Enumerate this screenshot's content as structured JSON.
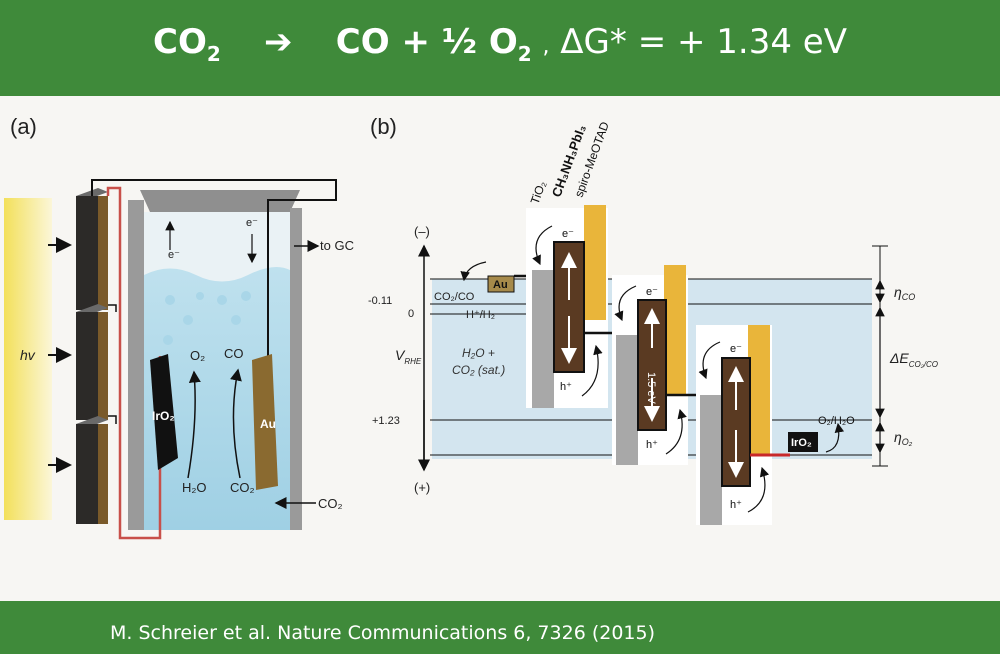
{
  "header": {
    "reaction_left": "CO",
    "reaction_left_sub": "2",
    "arrow": "➔",
    "product1": "CO +",
    "half": "½ O",
    "half_sub": "2",
    "comma": ",",
    "dg_text": "ΔG* = + 1.34 eV"
  },
  "panel_a": {
    "label": "(a)",
    "light": "hv",
    "e_minus_left": "e⁻",
    "e_minus_right": "e⁻",
    "to_gc": "to GC",
    "o2": "O₂",
    "co": "CO",
    "iro2": "IrO₂",
    "au": "Au",
    "h2o": "H₂O",
    "co2_bottom": "CO₂",
    "co2_inlet": "CO₂"
  },
  "panel_b": {
    "label": "(b)",
    "minus": "(–)",
    "plus": "(+)",
    "stack_labels": [
      "spiro-MeOTAD",
      "CH₃NH₃PbI₃",
      "TiO₂"
    ],
    "level_m011": "-0.11",
    "level_0": "0",
    "level_123": "+1.23",
    "vrhe": "V",
    "vrhe_sub": "RHE",
    "co2co": "CO₂/CO",
    "hh2": "H⁺/H₂",
    "h2o_co2_line1": "H₂O +",
    "h2o_co2_line2": "CO₂ (sat.)",
    "o2h2o": "O₂/H₂O",
    "au_box": "Au",
    "iro2_box": "IrO₂",
    "electron": "e⁻",
    "hole": "h⁺",
    "gap": "1.5 eV",
    "eta_co": "η",
    "eta_co_sub": "CO",
    "eta_o2": "η",
    "eta_o2_sub": "O₂",
    "delta_e": "ΔE",
    "delta_e_sub": "CO₂/CO"
  },
  "citation": "M. Schreier et al. Nature Communications 6, 7326 (2015)"
}
